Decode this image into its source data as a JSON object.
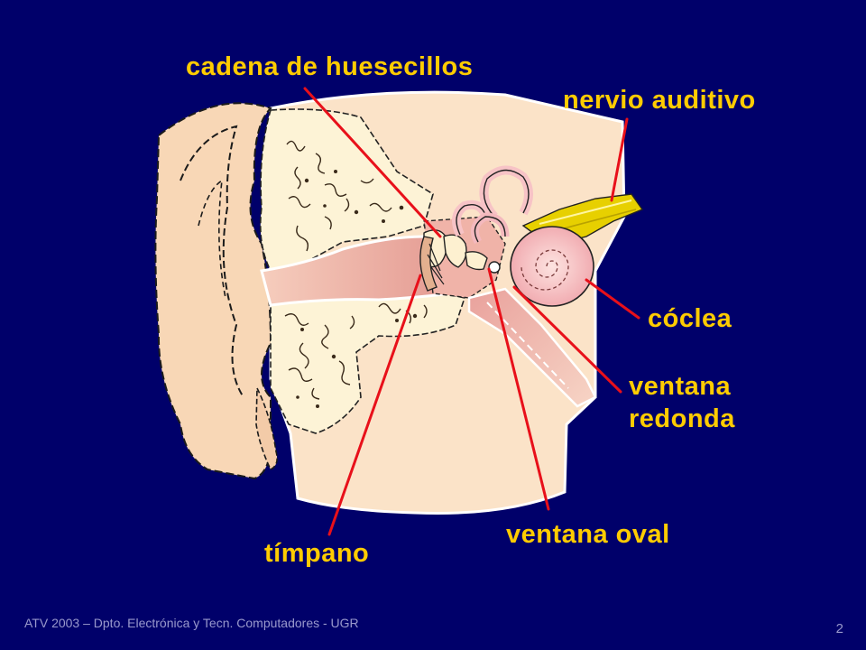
{
  "labels": {
    "ossicles": "cadena de huesecillos",
    "auditory_nerve": "nervio auditivo",
    "cochlea": "cóclea",
    "round_window_line1": "ventana",
    "round_window_line2": "redonda",
    "oval_window": "ventana oval",
    "eardrum": "tímpano"
  },
  "footer": {
    "credit": "ATV 2003 – Dpto. Electrónica y Tecn. Computadores - UGR",
    "page_number": "2"
  },
  "colors": {
    "background": "#00006a",
    "label_text": "#ffcc00",
    "leader_lines": "#e8101a",
    "skin": "#f9dcbf",
    "bone": "#fdf3d6",
    "canal": "#f2b8a8",
    "cochlea": "#f7c3c6",
    "nerve": "#e7d000"
  }
}
